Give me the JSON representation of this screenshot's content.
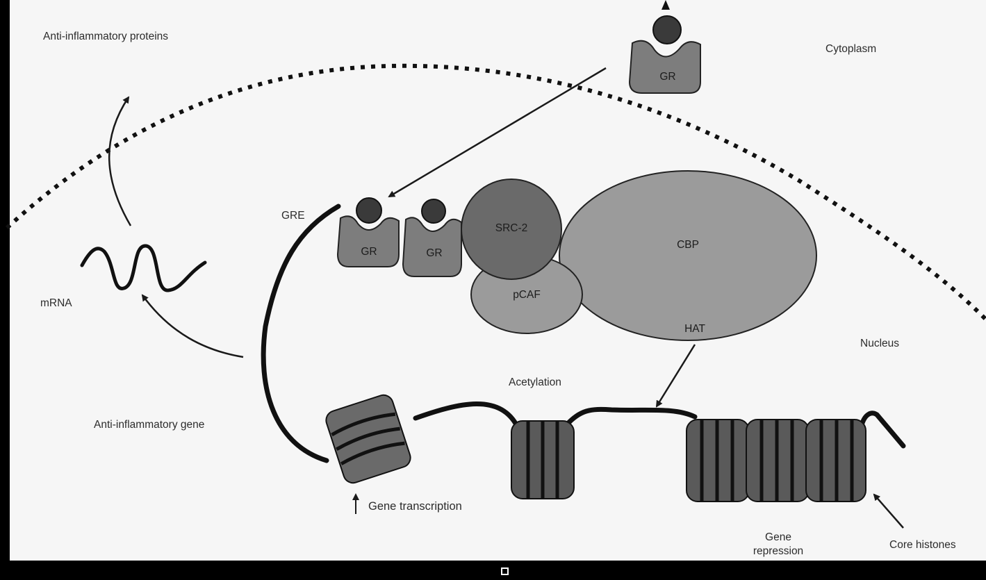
{
  "diagram": {
    "labels": {
      "anti_inflammatory_proteins": "Anti-inflammatory proteins",
      "cytoplasm": "Cytoplasm",
      "nucleus": "Nucleus",
      "mrna": "mRNA",
      "gre": "GRE",
      "anti_inflammatory_gene": "Anti-inflammatory gene",
      "acetylation": "Acetylation",
      "gene_transcription": "Gene transcription",
      "gene_repression_line1": "Gene",
      "gene_repression_line2": "repression",
      "core_histones": "Core histones"
    },
    "proteins": {
      "gr": "GR",
      "src2": "SRC-2",
      "pcaf": "pCAF",
      "cbp": "CBP",
      "hat": "HAT"
    }
  }
}
